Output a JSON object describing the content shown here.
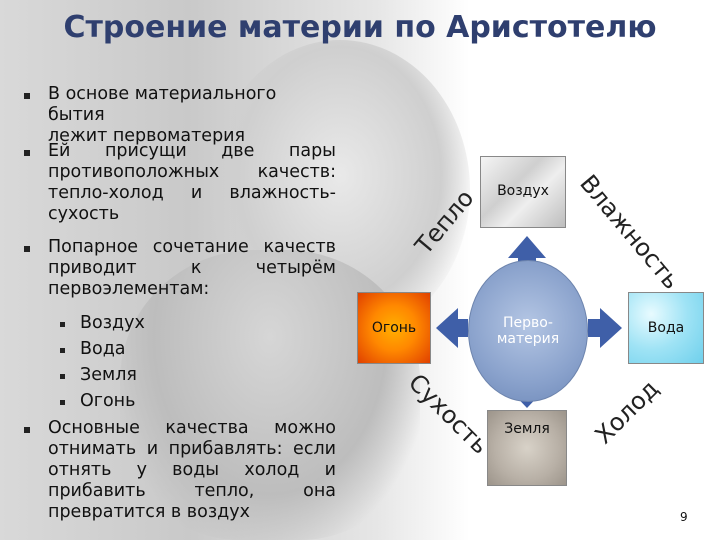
{
  "title": "Строение материи по Аристотелю",
  "bullets": {
    "b1": [
      "В основе материального бытия",
      "лежит первоматерия"
    ],
    "b2_line1": "Ей присущи две пары",
    "b2_line2": "противоположных качеств:",
    "b2_line3": "тепло-холод и влажность-",
    "b2_line4": "сухость",
    "b3_line1": "Попарное сочетание качеств",
    "b3_line2": "приводит к четырём",
    "b3_line3": "первоэлементам:",
    "sub": [
      "Воздух",
      "Вода",
      "Земля",
      "Огонь"
    ],
    "b4_line1": "Основные качества можно",
    "b4_line2": "отнимать и прибавлять: если",
    "b4_line3": "отнять у воды холод и",
    "b4_line4": "прибавить тепло, она",
    "b4_line5": "превратится в воздух"
  },
  "diagram": {
    "center": [
      "Перво-",
      "материя"
    ],
    "air": "Воздух",
    "fire": "Огонь",
    "water": "Вода",
    "earth": "Земля",
    "warm": "Тепло",
    "moist": "Влажность",
    "dry": "Сухость",
    "cold": "Холод"
  },
  "page_number": "9",
  "colors": {
    "title": "#2f3f6f",
    "arrow": "#3f5fa8",
    "fire": "#ff8800",
    "water": "#9fe3f5",
    "prime": "#8aa2cc"
  }
}
